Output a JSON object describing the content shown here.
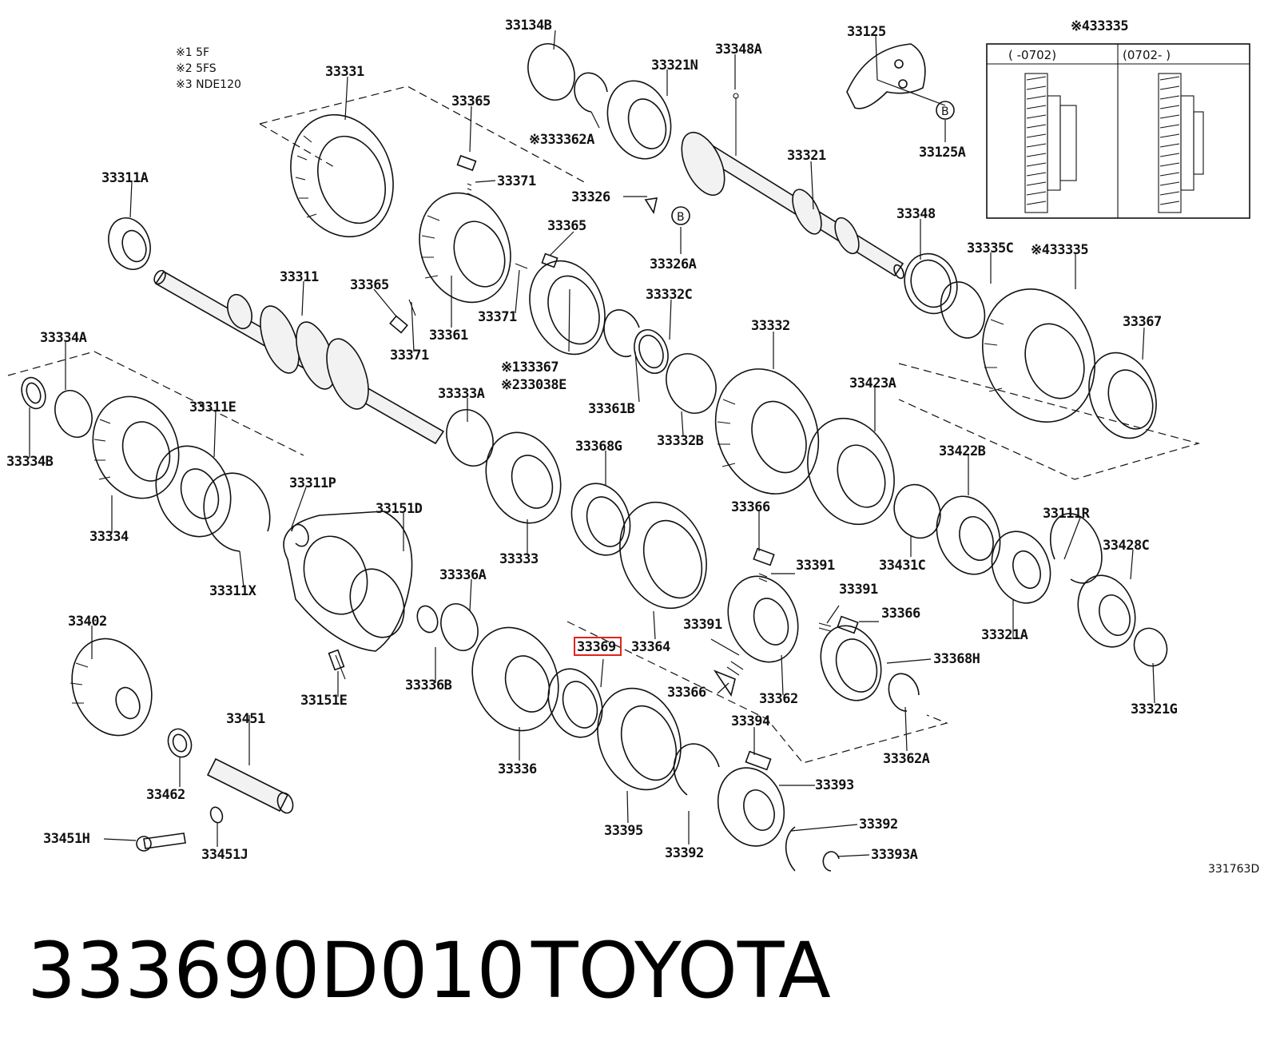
{
  "notes": [
    "※1 5F",
    "※2 5FS",
    "※3 NDE120"
  ],
  "inset": {
    "title": "※433335",
    "col_left": "(      -0702)",
    "col_right": "(0702-      )"
  },
  "circle_marks": [
    "B",
    "B"
  ],
  "labels": {
    "p33134B": "33134B",
    "p33125": "33125",
    "p33348A": "33348A",
    "p33331": "33331",
    "p33321N": "33321N",
    "p33365a": "33365",
    "p33362A": "※333362A",
    "p33125A": "33125A",
    "p33311A": "33311A",
    "p33371a": "33371",
    "p33326": "33326",
    "p33321": "33321",
    "p33326A": "33326A",
    "p33365b": "33365",
    "p33348": "33348",
    "p33335C": "33335C",
    "p33335": "※433335",
    "p33311": "33311",
    "p33365c": "33365",
    "p33371b": "33371",
    "p33332C": "33332C",
    "p33361": "33361",
    "p33371c": "33371",
    "p33332": "33332",
    "p33367a": "33367",
    "p33334A": "33334A",
    "p33367b": "※133367",
    "p33038E": "※233038E",
    "p33361B": "33361B",
    "p33423A": "33423A",
    "p33311E": "33311E",
    "p33333A": "33333A",
    "p33332B": "33332B",
    "p33334B": "33334B",
    "p33368G": "33368G",
    "p33422B": "33422B",
    "p33311P": "33311P",
    "p33151D": "33151D",
    "p33366a": "33366",
    "p33111R": "33111R",
    "p33334": "33334",
    "p33333": "33333",
    "p33391a": "33391",
    "p33431C": "33431C",
    "p33428C": "33428C",
    "p33336A": "33336A",
    "p33311X": "33311X",
    "p33391b": "33391",
    "p33402": "33402",
    "p33366b": "33366",
    "p33391c": "33391",
    "p33321A": "33321A",
    "p33369": "33369",
    "p33364": "33364",
    "p33368H": "33368H",
    "p33336B": "33336B",
    "p33366c": "33366",
    "p33362": "33362",
    "p33151E": "33151E",
    "p33321G": "33321G",
    "p33451": "33451",
    "p33394": "33394",
    "p33336": "33336",
    "p33362A2": "33362A",
    "p33393": "33393",
    "p33462": "33462",
    "p33395": "33395",
    "p33392a": "33392",
    "p33451H": "33451H",
    "p33451J": "33451J",
    "p33392b": "33392",
    "p33393A": "33393A"
  },
  "figure_code": "331763D",
  "part_number": "333690D010",
  "brand": "TOYOTA",
  "highlight_color": "#e0241b"
}
